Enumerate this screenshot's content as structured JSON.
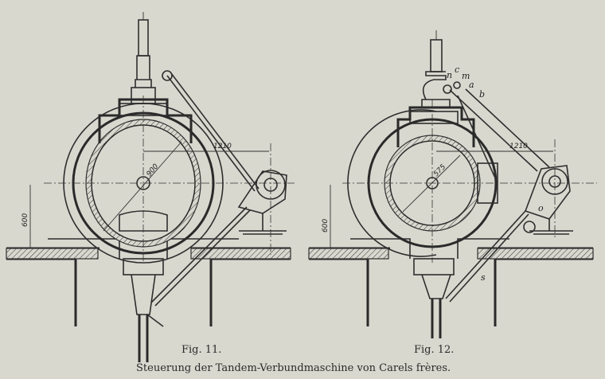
{
  "figures": [
    {
      "label": "Fig. 11.",
      "dimensions": {
        "bore": "900",
        "horizontal": "1210",
        "height": "600"
      }
    },
    {
      "label": "Fig. 12.",
      "dimensions": {
        "bore": "575",
        "horizontal": "1210",
        "height": "600"
      },
      "part_letters": [
        "n",
        "c",
        "m",
        "a",
        "b",
        "o",
        "s"
      ]
    }
  ],
  "caption": "Steuerung der Tandem-Verbundmaschine von Carels frères."
}
